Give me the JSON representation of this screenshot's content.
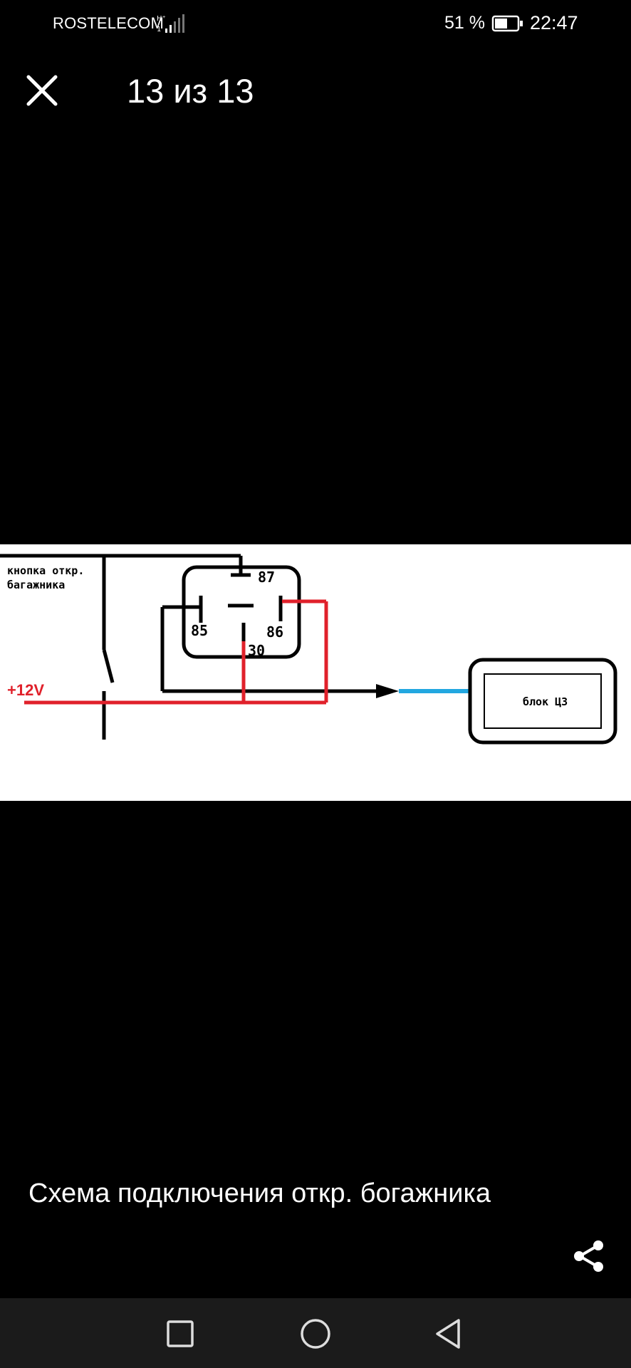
{
  "status_bar": {
    "carrier": "ROSTELECOM",
    "battery_percent": "51 %",
    "time": "22:47",
    "icons": [
      "network-signal-icon",
      "battery-icon"
    ]
  },
  "viewer": {
    "counter": "13 из 13",
    "close_icon": "close-icon",
    "caption": "Схема подключения откр. богажника",
    "share_icon": "share-icon"
  },
  "diagram": {
    "button_label_line1": "кнопка откр.",
    "button_label_line2": "багажника",
    "supply_label": "+12V",
    "pins": {
      "p87": "87",
      "p85": "85",
      "p86": "86",
      "p30": "30"
    },
    "block_label": "блок ЦЗ",
    "colors": {
      "positive_wire": "#e0212b",
      "signal_wire": "#22a7e0",
      "wire": "#000000"
    }
  },
  "nav_bar": {
    "buttons": [
      "recents-square-icon",
      "home-circle-icon",
      "back-triangle-icon"
    ]
  }
}
